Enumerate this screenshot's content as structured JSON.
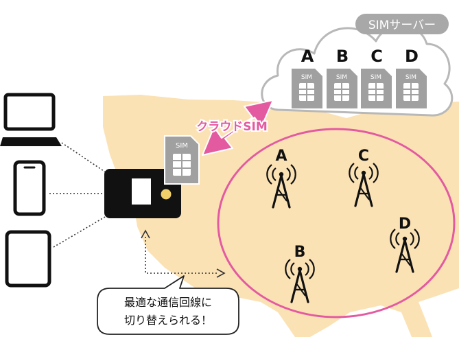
{
  "server": {
    "label": "SIMサーバー",
    "cards": [
      {
        "letter": "A",
        "chip": "SIM"
      },
      {
        "letter": "B",
        "chip": "SIM"
      },
      {
        "letter": "C",
        "chip": "SIM"
      },
      {
        "letter": "D",
        "chip": "SIM"
      }
    ]
  },
  "cloud_sim": {
    "label": "クラウドSIM",
    "chip": "SIM"
  },
  "towers": [
    {
      "letter": "A"
    },
    {
      "letter": "C"
    },
    {
      "letter": "D"
    },
    {
      "letter": "B"
    }
  ],
  "bubble": {
    "line1": "最適な通信回線に",
    "line2": "切り替えられる！"
  },
  "colors": {
    "map": "#fbe2b5",
    "circle": "#e35aa0",
    "arrow": "#e35aa0",
    "sim_card": "#a0a0a0",
    "cloud_stroke": "#b8b8b8",
    "device": "#111111",
    "badge": "#a8a8a8"
  },
  "icons": [
    "laptop-icon",
    "smartphone-icon",
    "tablet-icon",
    "mobile-router-icon",
    "cell-tower-icon",
    "sim-card-icon",
    "cloud-icon"
  ]
}
